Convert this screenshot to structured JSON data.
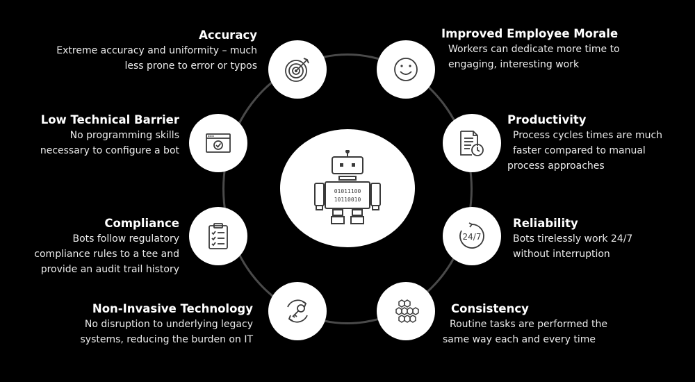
{
  "colors": {
    "background": "#000000",
    "ring": "#4a4a4a",
    "node_fill": "#ffffff",
    "icon": "#3a3a3a",
    "text": "#ffffff"
  },
  "center": {
    "icon": "robot-icon",
    "binary_line1": "01011100",
    "binary_line2": "10110010"
  },
  "benefits": [
    {
      "id": "accuracy",
      "icon": "target-icon",
      "title": "Accuracy",
      "desc": [
        "Extreme accuracy and uniformity – much",
        "less prone to error or typos"
      ]
    },
    {
      "id": "morale",
      "icon": "smiley-icon",
      "title": "Improved Employee Morale",
      "desc": [
        "Workers can dedicate more time to",
        "engaging, interesting work"
      ]
    },
    {
      "id": "barrier",
      "icon": "browser-check-icon",
      "title": "Low Technical Barrier",
      "desc": [
        "No programming skills",
        "necessary to configure a bot"
      ]
    },
    {
      "id": "productivity",
      "icon": "document-clock-icon",
      "title": "Productivity",
      "desc": [
        "Process cycles times are much",
        "faster compared to manual",
        "process approaches"
      ]
    },
    {
      "id": "compliance",
      "icon": "clipboard-checklist-icon",
      "title": "Compliance",
      "desc": [
        "Bots follow regulatory",
        "compliance rules to a tee and",
        "provide an audit trail history"
      ]
    },
    {
      "id": "reliability",
      "icon": "24-7-icon",
      "title": "Reliability",
      "desc": [
        "Bots tirelessly work 24/7",
        "without interruption"
      ]
    },
    {
      "id": "noninvasive",
      "icon": "key-cycle-icon",
      "title": "Non-Invasive Technology",
      "desc": [
        "No disruption to underlying legacy",
        "systems, reducing the burden on IT"
      ]
    },
    {
      "id": "consistency",
      "icon": "hexagon-grid-icon",
      "title": "Consistency",
      "desc": [
        "Routine tasks are performed the",
        "same way each and every time"
      ]
    }
  ]
}
